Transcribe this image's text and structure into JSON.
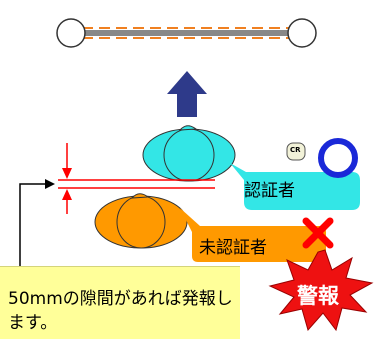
{
  "diagram": {
    "authorized_label": "認証者",
    "unauthorized_label": "未認証者",
    "card_reader_label": "CR",
    "alarm_label": "警報",
    "note": "50mmの隙間があれば発報します。"
  },
  "colors": {
    "authorized_person": "#33e6e6",
    "unauthorized_person": "#ff9900",
    "gap_lines": "#ff0000",
    "direction_arrow": "#2e3a8a",
    "alarm_burst": "#ee1111",
    "ok_circle": "#1a28d8",
    "ng_cross": "#ff0000",
    "note_background": "#ffff99"
  },
  "icons": [
    "gate-icon",
    "up-arrow-icon",
    "card-reader-icon",
    "ok-circle-icon",
    "ng-cross-icon",
    "alarm-burst-icon"
  ]
}
